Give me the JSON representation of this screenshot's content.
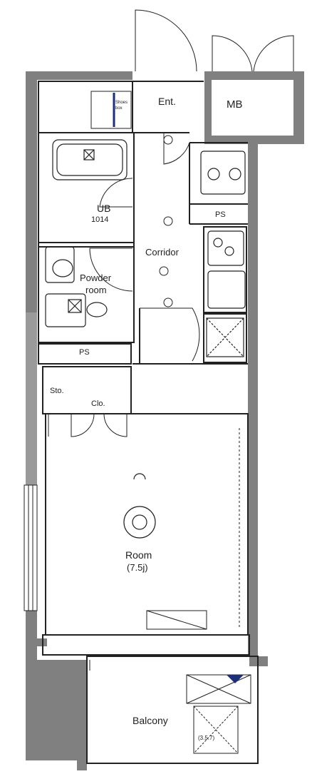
{
  "rooms": {
    "entrance": "Ent.",
    "meter_box": "MB",
    "shoe_storage": "Shoes\nbox",
    "unit_bath": "UB",
    "unit_bath_code": "1014",
    "pipe_space_kitchen": "PS",
    "corridor": "Corridor",
    "powder_room_line1": "Powder",
    "powder_room_line2": "room",
    "pipe_space_wc": "PS",
    "storage": "Sto.",
    "closet": "Clo.",
    "room": "Room",
    "room_size": "(7.5j)",
    "balcony": "Balcony",
    "balcony_note": "(3.5.7)"
  },
  "colors": {
    "wall": "#7f7f7f",
    "wall_dark": "#6e6e6e",
    "line": "#222222",
    "accent": "#1c2f7a"
  }
}
